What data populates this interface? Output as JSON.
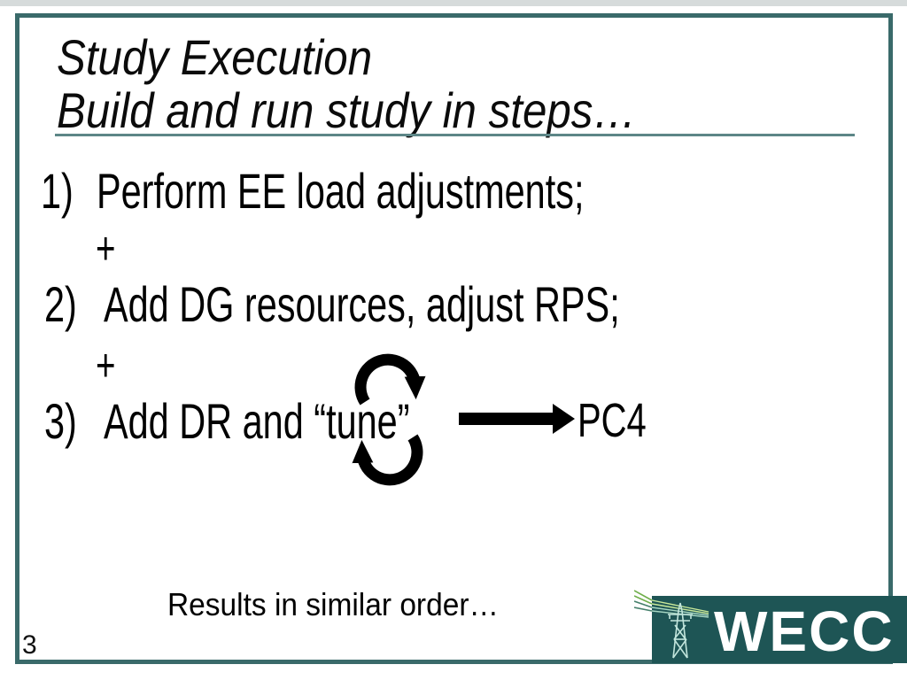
{
  "slide": {
    "page_number": "3",
    "title": {
      "line1": "Study Execution",
      "line2": "Build and run study in steps…"
    },
    "steps": [
      {
        "num": "1)",
        "text": "Perform EE load adjustments;"
      },
      {
        "num": "2)",
        "text": "Add DG resources, adjust RPS;"
      },
      {
        "num": "3)",
        "text": "Add DR and “tune”"
      }
    ],
    "separator": "+",
    "flow": {
      "target": "PC4"
    },
    "footer": {
      "note": "Results in similar order…"
    },
    "logo": {
      "text": "WECC"
    },
    "colors": {
      "slide_border": "#3a6a6a",
      "title_rule": "#5d8687",
      "body_text": "#000000",
      "logo_background": "#1e5555",
      "logo_text": "#ffffff",
      "power_line_green": "#6fae4a",
      "tower_lines": "#c2e5dc"
    }
  }
}
